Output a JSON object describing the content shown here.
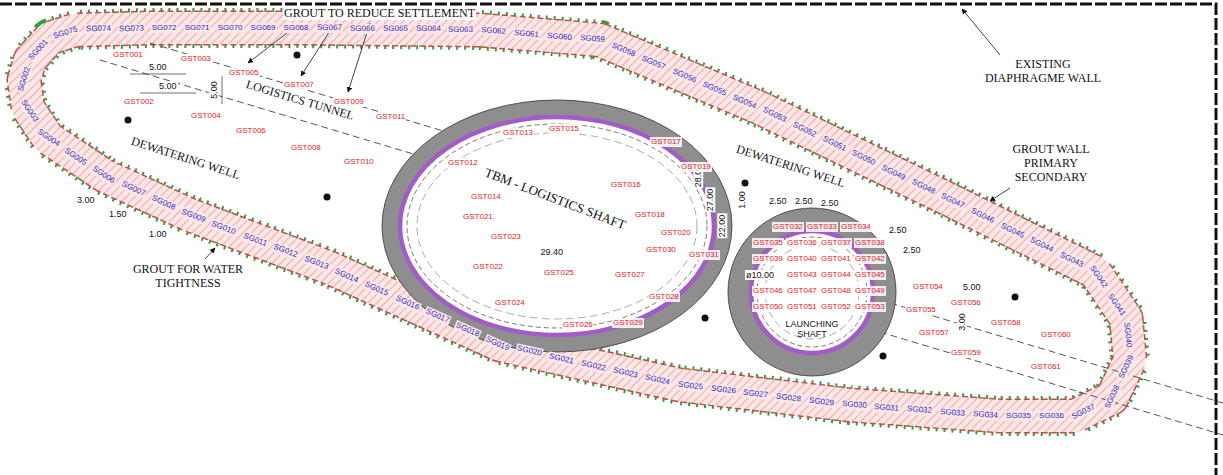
{
  "diagram": {
    "nodes": [
      {
        "text": [
          "TBM - LOGISTICS SHAFT"
        ]
      },
      {
        "text": [
          "LAUNCHING SHAFT"
        ]
      }
    ],
    "labels": [
      "GROUT TO REDUCE SETTLEMENT",
      "EXISTING DIAPHRAGME WALL",
      "LOGISTICS TUNNEL",
      "DEWATERING WELL",
      "DEWATERING WELL",
      "GROUT WALL PRIMARY SECONDARY",
      "GROUT FOR WATER TIGHTNESS",
      "5.00",
      "5.00",
      "5.00",
      "3.00",
      "1.50",
      "1.00",
      "28.00",
      "27.00",
      "22.00",
      "29.40",
      "1.00",
      "2.50",
      "2.50",
      "2.50",
      "2.50",
      "2.50",
      "ø10.00",
      "5.00",
      "3.00",
      "GST001",
      "GST002",
      "GST003",
      "GST004",
      "GST005",
      "GST006",
      "GST007",
      "GST008",
      "GST009",
      "GST010",
      "GST011",
      "GST012",
      "GST013",
      "GST014",
      "GST015",
      "GST016",
      "GST017",
      "GST018",
      "GST019",
      "GST020",
      "GST021",
      "GST022",
      "GST023",
      "GST024",
      "GST025",
      "GST026",
      "GST027",
      "GST028",
      "GST029",
      "GST030",
      "GST031",
      "GST032",
      "GST033",
      "GST034",
      "GST035",
      "GST036",
      "GST037",
      "GST038",
      "GST039",
      "GST040",
      "GST041",
      "GST042",
      "GST043",
      "GST044",
      "GST045",
      "GST046",
      "GST047",
      "GST048",
      "GST049",
      "GST050",
      "GST051",
      "GST052",
      "GST053",
      "GST054",
      "GST055",
      "GST056",
      "GST057",
      "GST058",
      "GST059",
      "GST060",
      "GST061",
      "SG001",
      "SG002",
      "SG003",
      "SG004",
      "SG005",
      "SG006",
      "SG007",
      "SG008",
      "SG009",
      "SG010",
      "SG011",
      "SG012",
      "SG013",
      "SG014",
      "SG015",
      "SG016",
      "SG017",
      "SG018",
      "SG019",
      "SG020",
      "SG021",
      "SG022",
      "SG023",
      "SG024",
      "SG025",
      "SG026",
      "SG027",
      "SG028",
      "SG029",
      "SG030",
      "SG031",
      "SG032",
      "SG033",
      "SG034",
      "SG035",
      "SG036",
      "SG037",
      "SG038",
      "SG039",
      "SG040",
      "SG041",
      "SG042",
      "SG043",
      "SG044",
      "SG045",
      "SG046",
      "SG047",
      "SG048",
      "SG049",
      "SG050",
      "SG051",
      "SG052",
      "SG053",
      "SG054",
      "SG055",
      "SG056",
      "SG057",
      "SG058",
      "SG059",
      "SG060",
      "SG061",
      "SG062",
      "SG063",
      "SG064",
      "SG065",
      "SG066",
      "SG067",
      "SG068",
      "SG069",
      "SG070",
      "SG071",
      "SG072",
      "SG073",
      "SG074",
      "SG075"
    ]
  }
}
